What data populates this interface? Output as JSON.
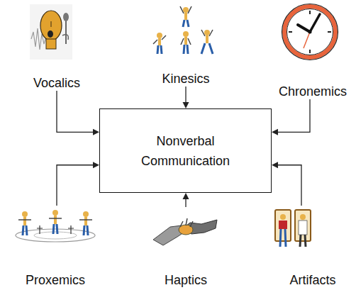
{
  "diagram": {
    "nodes": [
      {
        "text": [
          "Vocalics"
        ]
      },
      {
        "text": [
          "Kinesics"
        ]
      },
      {
        "text": [
          "Chronemics"
        ]
      },
      {
        "text": [
          "Nonverbal Communication"
        ]
      },
      {
        "text": [
          "Proxemics"
        ]
      },
      {
        "text": [
          "Haptics"
        ]
      },
      {
        "text": [
          "Artifacts"
        ]
      }
    ],
    "edges": [
      {
        "from": 0,
        "to": 3,
        "arrow": "to"
      },
      {
        "from": 1,
        "to": 3,
        "arrow": "to"
      },
      {
        "from": 2,
        "to": 3,
        "arrow": "to"
      },
      {
        "from": 4,
        "to": 3,
        "arrow": "to"
      },
      {
        "from": 5,
        "to": 3,
        "arrow": "to"
      },
      {
        "from": 6,
        "to": 3,
        "arrow": "to"
      }
    ]
  }
}
